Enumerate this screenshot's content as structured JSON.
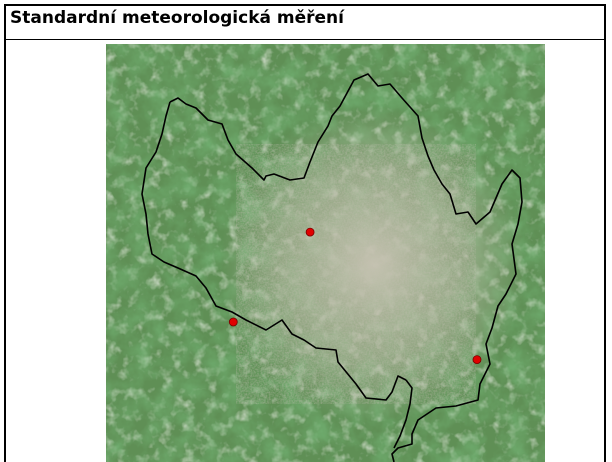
{
  "slide": {
    "title": "Standardní meteorologická měření"
  },
  "map": {
    "layer": "satellite-imagery",
    "boundary_color": "#000000",
    "station_color": "#e00000",
    "stations": [
      {
        "id": "station-north",
        "fx": 0.465,
        "fy": 0.45
      },
      {
        "id": "station-west",
        "fx": 0.29,
        "fy": 0.665
      },
      {
        "id": "station-east",
        "fx": 0.845,
        "fy": 0.755
      }
    ]
  }
}
